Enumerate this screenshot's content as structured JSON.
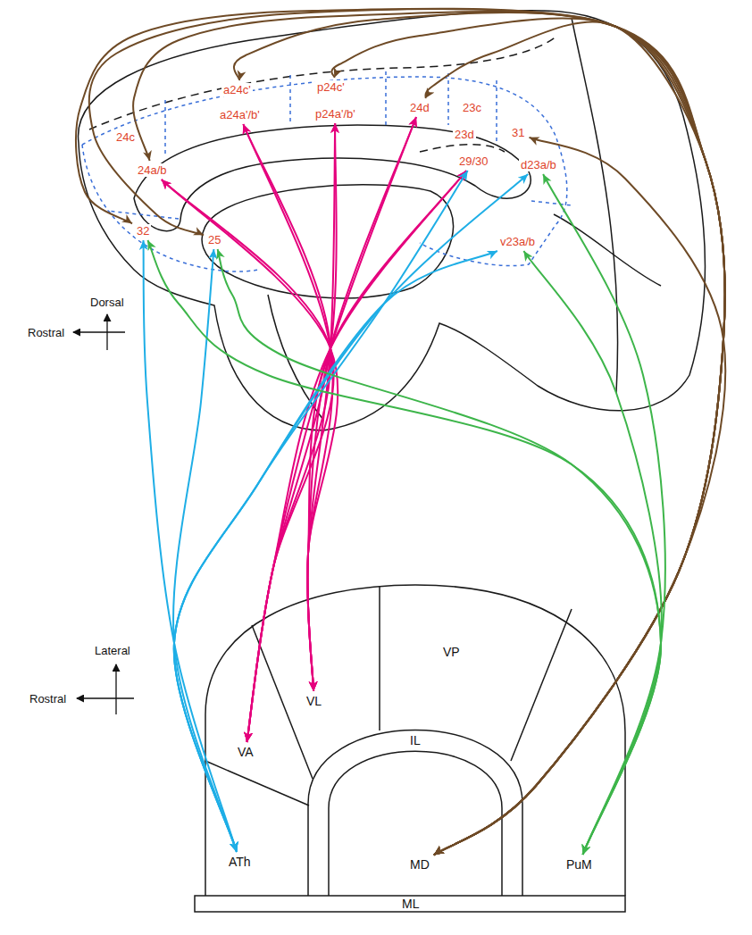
{
  "diagram": {
    "nodes": [
      {
        "text": [
          "24c"
        ]
      },
      {
        "text": [
          "a24c'"
        ]
      },
      {
        "text": [
          "p24c'"
        ]
      },
      {
        "text": [
          "24d"
        ]
      },
      {
        "text": [
          "23c"
        ]
      },
      {
        "text": [
          "31"
        ]
      },
      {
        "text": [
          "a24a'/b'"
        ]
      },
      {
        "text": [
          "p24a'/b'"
        ]
      },
      {
        "text": [
          "23d"
        ]
      },
      {
        "text": [
          "24a/b"
        ]
      },
      {
        "text": [
          "29/30"
        ]
      },
      {
        "text": [
          "d23a/b"
        ]
      },
      {
        "text": [
          "32"
        ]
      },
      {
        "text": [
          "25"
        ]
      },
      {
        "text": [
          "v23a/b"
        ]
      },
      {
        "text": [
          "VL"
        ]
      },
      {
        "text": [
          "VP"
        ]
      },
      {
        "text": [
          "VA"
        ]
      },
      {
        "text": [
          "IL"
        ]
      },
      {
        "text": [
          "ATh"
        ]
      },
      {
        "text": [
          "MD"
        ]
      },
      {
        "text": [
          "PuM"
        ]
      },
      {
        "text": [
          "ML"
        ]
      }
    ],
    "edges": [
      {
        "from": 20,
        "to": 1,
        "arrow": "both"
      },
      {
        "from": 20,
        "to": 2,
        "arrow": "both"
      },
      {
        "from": 20,
        "to": 3,
        "arrow": "both"
      },
      {
        "from": 20,
        "to": 9,
        "arrow": "both"
      },
      {
        "from": 20,
        "to": 5,
        "arrow": "both"
      },
      {
        "from": 20,
        "to": 12,
        "arrow": "both"
      },
      {
        "from": 20,
        "to": 13,
        "arrow": "both"
      },
      {
        "from": 17,
        "to": 9,
        "arrow": "both"
      },
      {
        "from": 17,
        "to": 6,
        "arrow": "both"
      },
      {
        "from": 17,
        "to": 7,
        "arrow": "both"
      },
      {
        "from": 17,
        "to": 3,
        "arrow": "both"
      },
      {
        "from": 17,
        "to": 10,
        "arrow": "both"
      },
      {
        "from": 15,
        "to": 9,
        "arrow": "both"
      },
      {
        "from": 15,
        "to": 6,
        "arrow": "both"
      },
      {
        "from": 15,
        "to": 7,
        "arrow": "both"
      },
      {
        "from": 15,
        "to": 3,
        "arrow": "both"
      },
      {
        "from": 15,
        "to": 10,
        "arrow": "both"
      },
      {
        "from": 19,
        "to": 12,
        "arrow": "both"
      },
      {
        "from": 19,
        "to": 13,
        "arrow": "both"
      },
      {
        "from": 19,
        "to": 10,
        "arrow": "both"
      },
      {
        "from": 19,
        "to": 11,
        "arrow": "both"
      },
      {
        "from": 19,
        "to": 14,
        "arrow": "both"
      },
      {
        "from": 21,
        "to": 12,
        "arrow": "both"
      },
      {
        "from": 21,
        "to": 13,
        "arrow": "both"
      },
      {
        "from": 21,
        "to": 11,
        "arrow": "both"
      },
      {
        "from": 21,
        "to": 14,
        "arrow": "both"
      }
    ],
    "labels": [
      "Dorsal",
      "Rostral",
      "Lateral",
      "Rostral"
    ]
  }
}
